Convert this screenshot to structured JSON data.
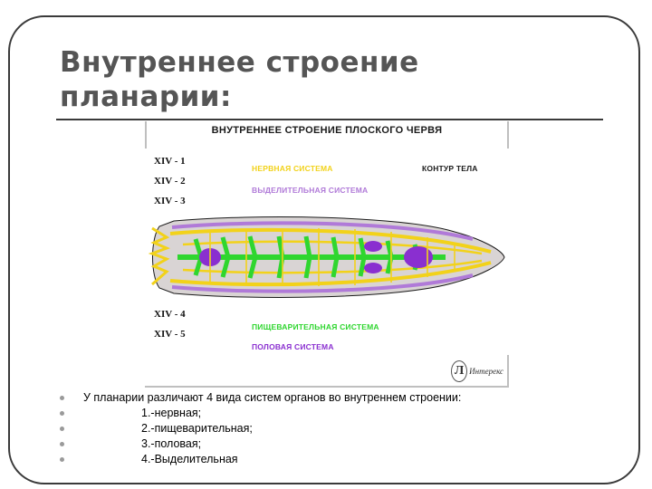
{
  "slide": {
    "title_line1": "Внутреннее строение",
    "title_line2": "планарии:"
  },
  "figure": {
    "heading": "ВНУТРЕННЕЕ СТРОЕНИЕ ПЛОСКОГО ЧЕРВЯ",
    "labels_top": [
      "XIV - 1",
      "XIV - 2",
      "XIV - 3"
    ],
    "labels_bottom": [
      "XIV - 4",
      "XIV - 5"
    ],
    "legend": {
      "nervous": "НЕРВНАЯ СИСТЕМА",
      "body_outline": "КОНТУР ТЕЛА",
      "excretory": "ВЫДЕЛИТЕЛЬНАЯ СИСТЕМА",
      "digestive": "ПИЩЕВАРИТЕЛЬНАЯ СИСТЕМА",
      "reproductive": "ПОЛОВАЯ СИСТЕМА"
    },
    "colors": {
      "nervous": "#f2d21a",
      "excretory": "#b07ad8",
      "digestive": "#2fd62f",
      "reproductive": "#8a2fd0",
      "body_outline": "#1a1a1a",
      "body_fill": "#d9d4d4"
    },
    "publisher": "Интерекс"
  },
  "bullets": [
    "У планарии различают 4 вида систем органов во внутреннем строении:",
    "1.-нервная;",
    "2.-пищеварительная;",
    "3.-половая;",
    "4.-Выделительная"
  ]
}
